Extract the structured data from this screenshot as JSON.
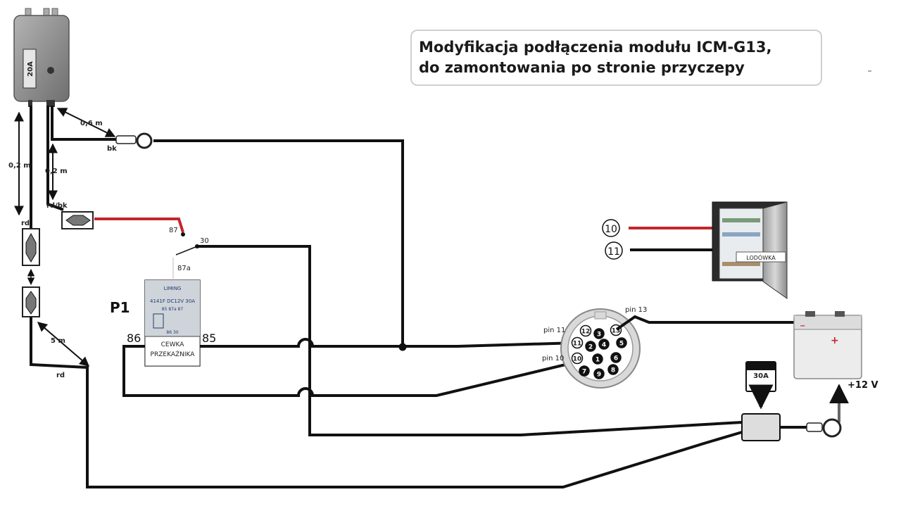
{
  "title": {
    "line1": "Modyfikacja podłączenia modułu ICM-G13,",
    "line2": "do zamontowania po stronie przyczepy"
  },
  "module": {
    "fuse_label": "20A"
  },
  "wires": {
    "len_top": "0,6 m",
    "len_left": "0,2 m",
    "len_mid": "0,2 m",
    "len_bottom": "5 m",
    "bk": "bk",
    "rd_bk": "rd/bk",
    "rd_upper": "rd",
    "rd_lower": "rd"
  },
  "relay": {
    "name": "P1",
    "pin_86": "86",
    "pin_85": "85",
    "pin_87": "87",
    "pin_87a": "87a",
    "pin_30": "30",
    "brand": "LIMING",
    "model": "4141F DC12V 30A",
    "terminals": "85  87a  87",
    "terminals2": "86   30",
    "coil_line1": "CEWKA",
    "coil_line2": "PRZEKAŹNIKA"
  },
  "socket": {
    "label_pin11": "pin 11",
    "label_pin10": "pin 10",
    "label_pin13": "pin 13",
    "pins": [
      "12",
      "3",
      "13",
      "11",
      "2",
      "4",
      "5",
      "10",
      "1",
      "6",
      "7",
      "9",
      "8"
    ]
  },
  "fridge": {
    "label": "LODÓWKA",
    "pin_a": "10",
    "pin_b": "11"
  },
  "fuse_30a": {
    "label": "30A"
  },
  "battery": {
    "voltage": "+12 V"
  },
  "colors": {
    "red_wire": "#c0272d",
    "black_wire": "#111111",
    "module_body": "#8a8a8a"
  }
}
